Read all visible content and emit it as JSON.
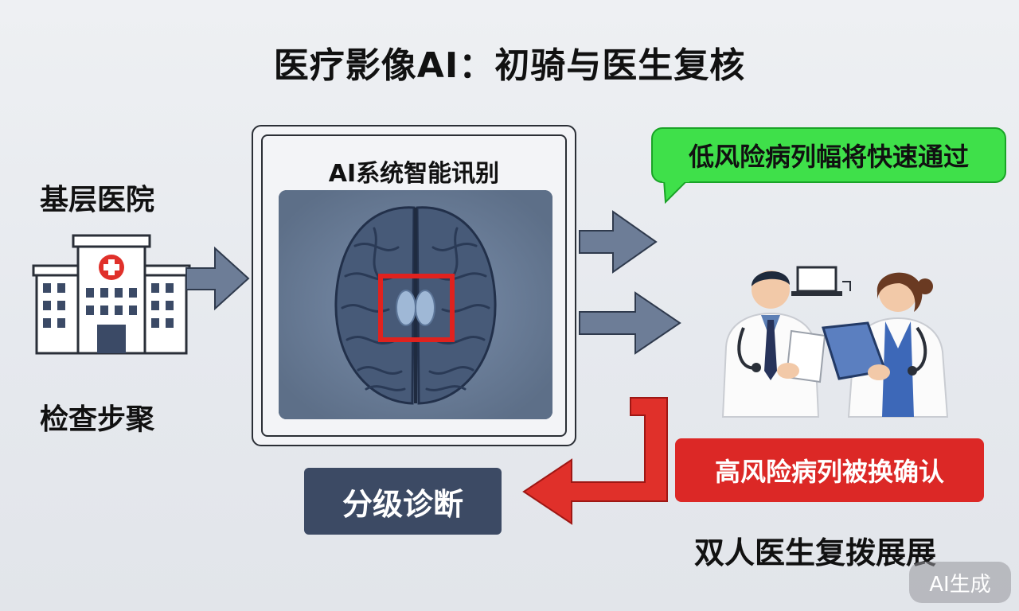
{
  "title": "医疗影像AI：初骑与医生复核",
  "left": {
    "top_label": "基层医院",
    "bottom_label": "检查步聚"
  },
  "ai_box": {
    "label": "AI系统智能讯别"
  },
  "low_risk": {
    "text": "低风险病列幅将快速通过",
    "color": "#3fe04a"
  },
  "high_risk": {
    "text": "高风险病列被换确认",
    "color": "#dc2826"
  },
  "grading": {
    "text": "分级诊断",
    "color": "#3c4a64"
  },
  "double_review": "双人医生复拨展展",
  "watermark": "AI生成",
  "icons": {
    "hospital": "hospital-icon",
    "brain": "brain-scan-icon",
    "doctors": "doctors-icon"
  }
}
